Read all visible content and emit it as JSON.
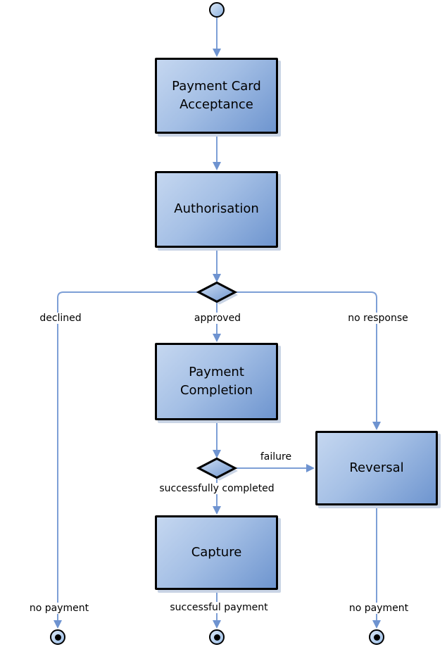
{
  "diagram": {
    "nodes": {
      "acceptance": {
        "label": "Payment Card Acceptance"
      },
      "authorisation": {
        "label": "Authorisation"
      },
      "completion": {
        "label": "Payment Completion"
      },
      "reversal": {
        "label": "Reversal"
      },
      "capture": {
        "label": "Capture"
      }
    },
    "edge_labels": {
      "declined": "declined",
      "approved": "approved",
      "no_response": "no response",
      "failure": "failure",
      "successfully_completed": "successfully completed",
      "no_payment_left": "no payment",
      "successful_payment": "successful payment",
      "no_payment_right": "no payment"
    },
    "colors": {
      "node_fill_light": "#c5d7f0",
      "node_fill_dark": "#6e95cf",
      "node_border": "#000000",
      "connector": "#7d9fd6",
      "arrowhead": "#6e93d0",
      "shadow": "#c9d4e5",
      "text": "#000000",
      "background": "#ffffff"
    }
  }
}
